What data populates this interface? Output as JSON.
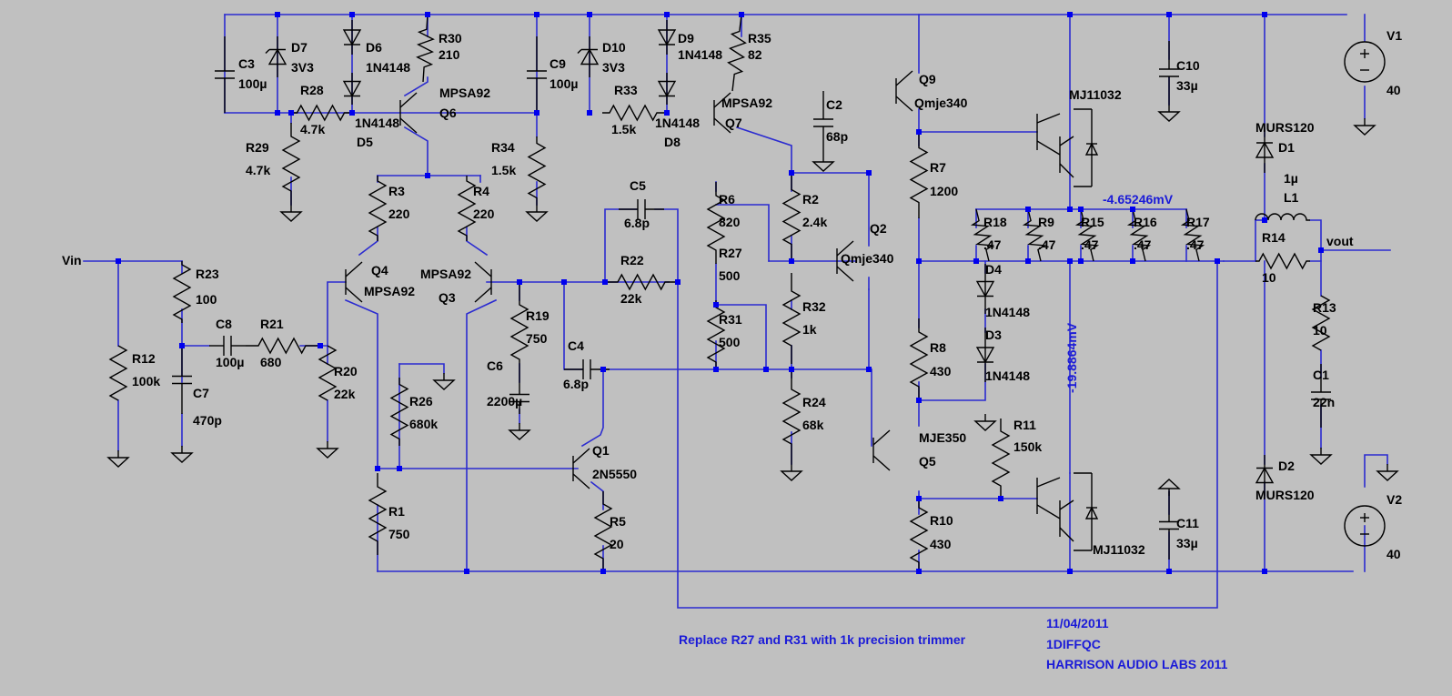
{
  "schematic": {
    "components": [
      {
        "ref": "R30",
        "value": "210"
      },
      {
        "ref": "R35",
        "value": "82"
      },
      {
        "ref": "D7",
        "value": "3V3"
      },
      {
        "ref": "D10",
        "value": "3V3"
      },
      {
        "ref": "D6",
        "value": "1N4148"
      },
      {
        "ref": "D5",
        "value": "1N4148"
      },
      {
        "ref": "D9",
        "value": "1N4148"
      },
      {
        "ref": "D8",
        "value": "1N4148"
      },
      {
        "ref": "C3",
        "value": "100µ"
      },
      {
        "ref": "C9",
        "value": "100µ"
      },
      {
        "ref": "R28",
        "value": "4.7k"
      },
      {
        "ref": "R29",
        "value": "4.7k"
      },
      {
        "ref": "R33",
        "value": "1.5k"
      },
      {
        "ref": "R34",
        "value": "1.5k"
      },
      {
        "ref": "Q6",
        "value": "MPSA92"
      },
      {
        "ref": "Q7",
        "value": "MPSA92"
      },
      {
        "ref": "R3",
        "value": "220"
      },
      {
        "ref": "R4",
        "value": "220"
      },
      {
        "ref": "Q4",
        "value": "MPSA92"
      },
      {
        "ref": "Q3",
        "value": "MPSA92"
      },
      {
        "ref": "R23",
        "value": "100"
      },
      {
        "ref": "R12",
        "value": "100k"
      },
      {
        "ref": "C8",
        "value": "100µ"
      },
      {
        "ref": "R21",
        "value": "680"
      },
      {
        "ref": "C7",
        "value": "470p"
      },
      {
        "ref": "R20",
        "value": "22k"
      },
      {
        "ref": "R26",
        "value": "680k"
      },
      {
        "ref": "R1",
        "value": "750"
      },
      {
        "ref": "R19",
        "value": "750"
      },
      {
        "ref": "C6",
        "value": "2200µ"
      },
      {
        "ref": "C5",
        "value": "6.8p"
      },
      {
        "ref": "R22",
        "value": "22k"
      },
      {
        "ref": "C4",
        "value": "6.8p"
      },
      {
        "ref": "Q1",
        "value": "2N5550"
      },
      {
        "ref": "R5",
        "value": "20"
      },
      {
        "ref": "R6",
        "value": "820"
      },
      {
        "ref": "R27",
        "value": "500"
      },
      {
        "ref": "R31",
        "value": "500"
      },
      {
        "ref": "R2",
        "value": "2.4k"
      },
      {
        "ref": "R32",
        "value": "1k"
      },
      {
        "ref": "R24",
        "value": "68k"
      },
      {
        "ref": "C2",
        "value": "68p"
      },
      {
        "ref": "Q2",
        "value": "Qmje340"
      },
      {
        "ref": "Q9",
        "value": "Qmje340"
      },
      {
        "ref": "R7",
        "value": "1200"
      },
      {
        "ref": "R8",
        "value": "430"
      },
      {
        "ref": "R10",
        "value": "430"
      },
      {
        "ref": "Q5",
        "value": "MJE350"
      },
      {
        "ref": "R11",
        "value": "150k"
      },
      {
        "ref": "D4",
        "value": "1N4148"
      },
      {
        "ref": "D3",
        "value": "1N4148"
      },
      {
        "ref": "R18",
        "value": ".47"
      },
      {
        "ref": "R9",
        "value": ".47"
      },
      {
        "ref": "R15",
        "value": ".47"
      },
      {
        "ref": "R16",
        "value": ".47"
      },
      {
        "ref": "R17",
        "value": ".47"
      },
      {
        "ref": "C10",
        "value": "33µ"
      },
      {
        "ref": "C11",
        "value": "33µ"
      },
      {
        "ref": "D1",
        "value": "MURS120"
      },
      {
        "ref": "D2",
        "value": "MURS120"
      },
      {
        "ref": "L1",
        "value": "1µ"
      },
      {
        "ref": "R14",
        "value": "10"
      },
      {
        "ref": "R13",
        "value": "10"
      },
      {
        "ref": "C1",
        "value": "22n"
      },
      {
        "ref": "V1",
        "value": "40"
      },
      {
        "ref": "V2",
        "value": "40"
      }
    ],
    "outputs": [
      "MJ11032",
      "MJ11032"
    ],
    "nets": {
      "vin": "Vin",
      "vout": "vout"
    },
    "probes": {
      "top": "-4.65246mV",
      "vertical": "-19.8864mV"
    }
  },
  "notes": {
    "instruction": "Replace R27 and R31 with 1k precision trimmer",
    "date": "11/04/2011",
    "code": "1DIFFQC",
    "company": "HARRISON AUDIO LABS 2011"
  },
  "colors": {
    "background": "#c0c0c0",
    "wire": "#2b2bd0",
    "component": "#000000",
    "annotation": "#1a1ad8"
  }
}
